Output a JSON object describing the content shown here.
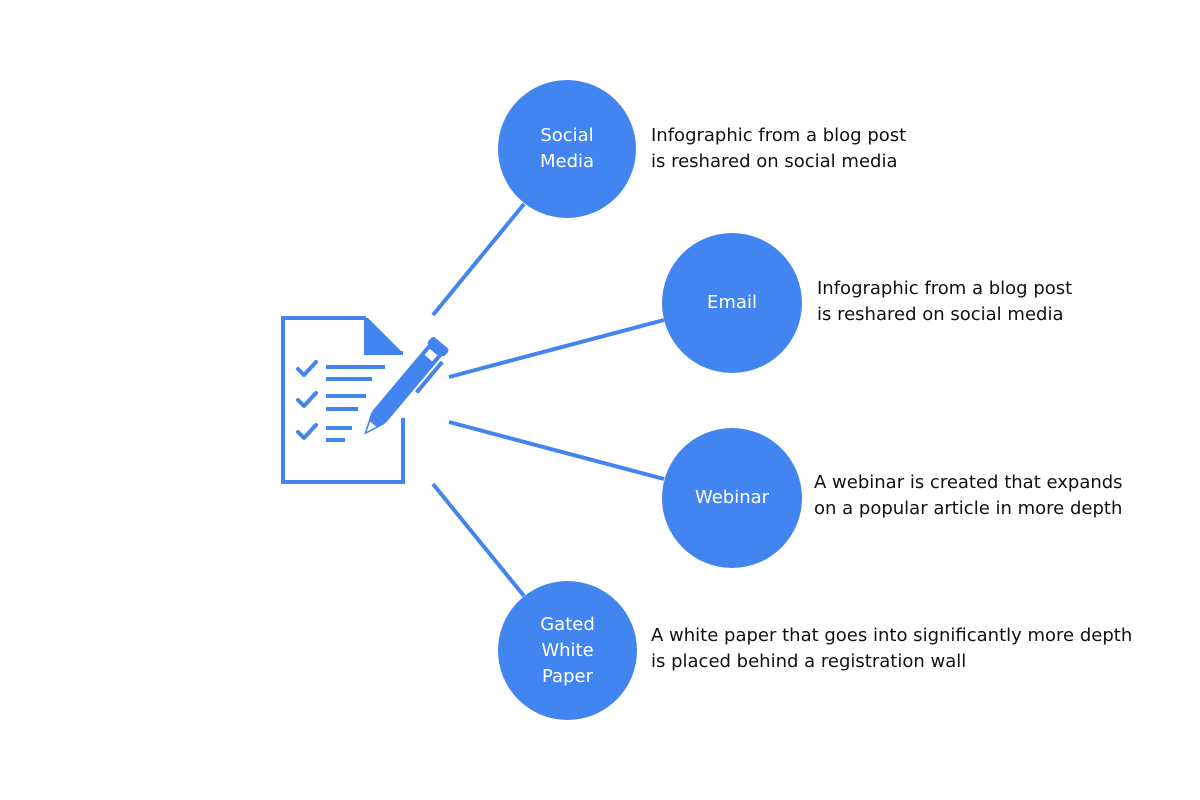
{
  "colors": {
    "accent": "#4285f0",
    "text": "#111111",
    "node_text": "#ffffff",
    "background": "#ffffff"
  },
  "center_icon": "document-with-checklist-and-pen-icon",
  "nodes": [
    {
      "label": "Social\nMedia",
      "description": "Infographic from a blog post\nis reshared on social media"
    },
    {
      "label": "Email",
      "description": "Infographic from a blog post\nis reshared on social media"
    },
    {
      "label": "Webinar",
      "description": "A webinar is created that expands\non a popular article in more depth"
    },
    {
      "label": "Gated\nWhite\nPaper",
      "description": "A white paper that goes into significantly more depth\nis placed behind a registration wall"
    }
  ]
}
